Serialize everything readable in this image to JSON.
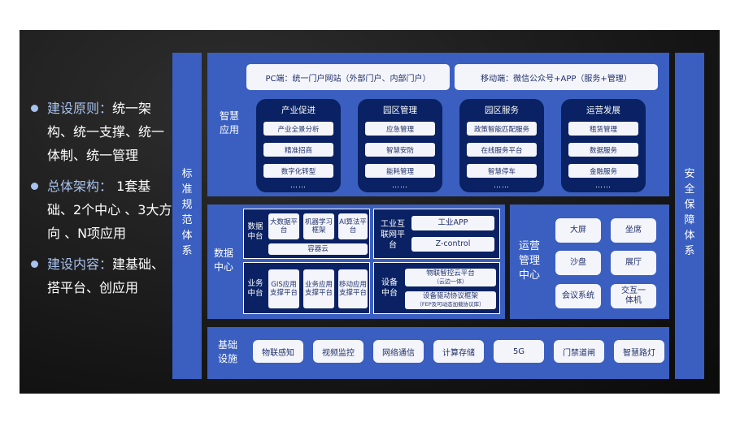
{
  "bullets": [
    {
      "head": "建设原则：",
      "body": "统一架构、统一支撑、统一体制、统一管理"
    },
    {
      "head": "总体架构：",
      "body": " 1套基础、2个中心 、3大方向 、N项应用"
    },
    {
      "head": "建设内容：",
      "body": "建基础、搭平台、创应用"
    }
  ],
  "left_side": "标准规范体系",
  "right_side": "安全保障体系",
  "smart_app": {
    "label": "智慧应用",
    "pc_portal": "PC端：统一门户网站（外部门户、内部门户）",
    "mobile_portal": "移动端：微信公众号+APP（服务+管理）",
    "cards": [
      {
        "title": "产业促进",
        "items": [
          "产业全景分析",
          "精准招商",
          "数字化转型"
        ],
        "more": "……"
      },
      {
        "title": "园区管理",
        "items": [
          "应急管理",
          "智慧安防",
          "能耗管理"
        ],
        "more": "……"
      },
      {
        "title": "园区服务",
        "items": [
          "政策智能匹配服务",
          "在线服务平台",
          "智慧停车"
        ],
        "more": "……"
      },
      {
        "title": "运营发展",
        "items": [
          "租赁管理",
          "数据服务",
          "金融服务"
        ],
        "more": "……"
      }
    ]
  },
  "data_center": {
    "label": "数据中心",
    "data_platform": {
      "label": "数据中台",
      "items": [
        "大数据平台",
        "机器学习框架",
        "AI算法平台"
      ],
      "container": "容器云"
    },
    "biz_platform": {
      "label": "业务中台",
      "items": [
        "GIS应用支撑平台",
        "业务应用支撑平台",
        "移动应用支撑平台"
      ]
    },
    "iiot_platform": {
      "label": "工业互联网平台",
      "items": [
        "工业APP",
        "Z-control"
      ]
    },
    "device_platform": {
      "label": "设备中台",
      "item1_title": "物联智控云平台",
      "item1_sub": "（云边一体）",
      "item2_title": "设备驱动协议框架",
      "item2_sub": "（FEP及可动态加载协议库）"
    }
  },
  "ops_center": {
    "label": "运营管理中心",
    "items": [
      "大屏",
      "坐席",
      "沙盘",
      "展厅",
      "会议系统",
      "交互一体机"
    ]
  },
  "infrastructure": {
    "label": "基础设施",
    "items": [
      "物联感知",
      "视频监控",
      "网络通信",
      "计算存储",
      "5G",
      "门禁道闸",
      "智慧路灯"
    ]
  },
  "colors": {
    "block": "#3a5fc0",
    "dark_card": "#0a2263",
    "pill": "#f4f5fb",
    "accent_text": "#a9c2ee"
  }
}
